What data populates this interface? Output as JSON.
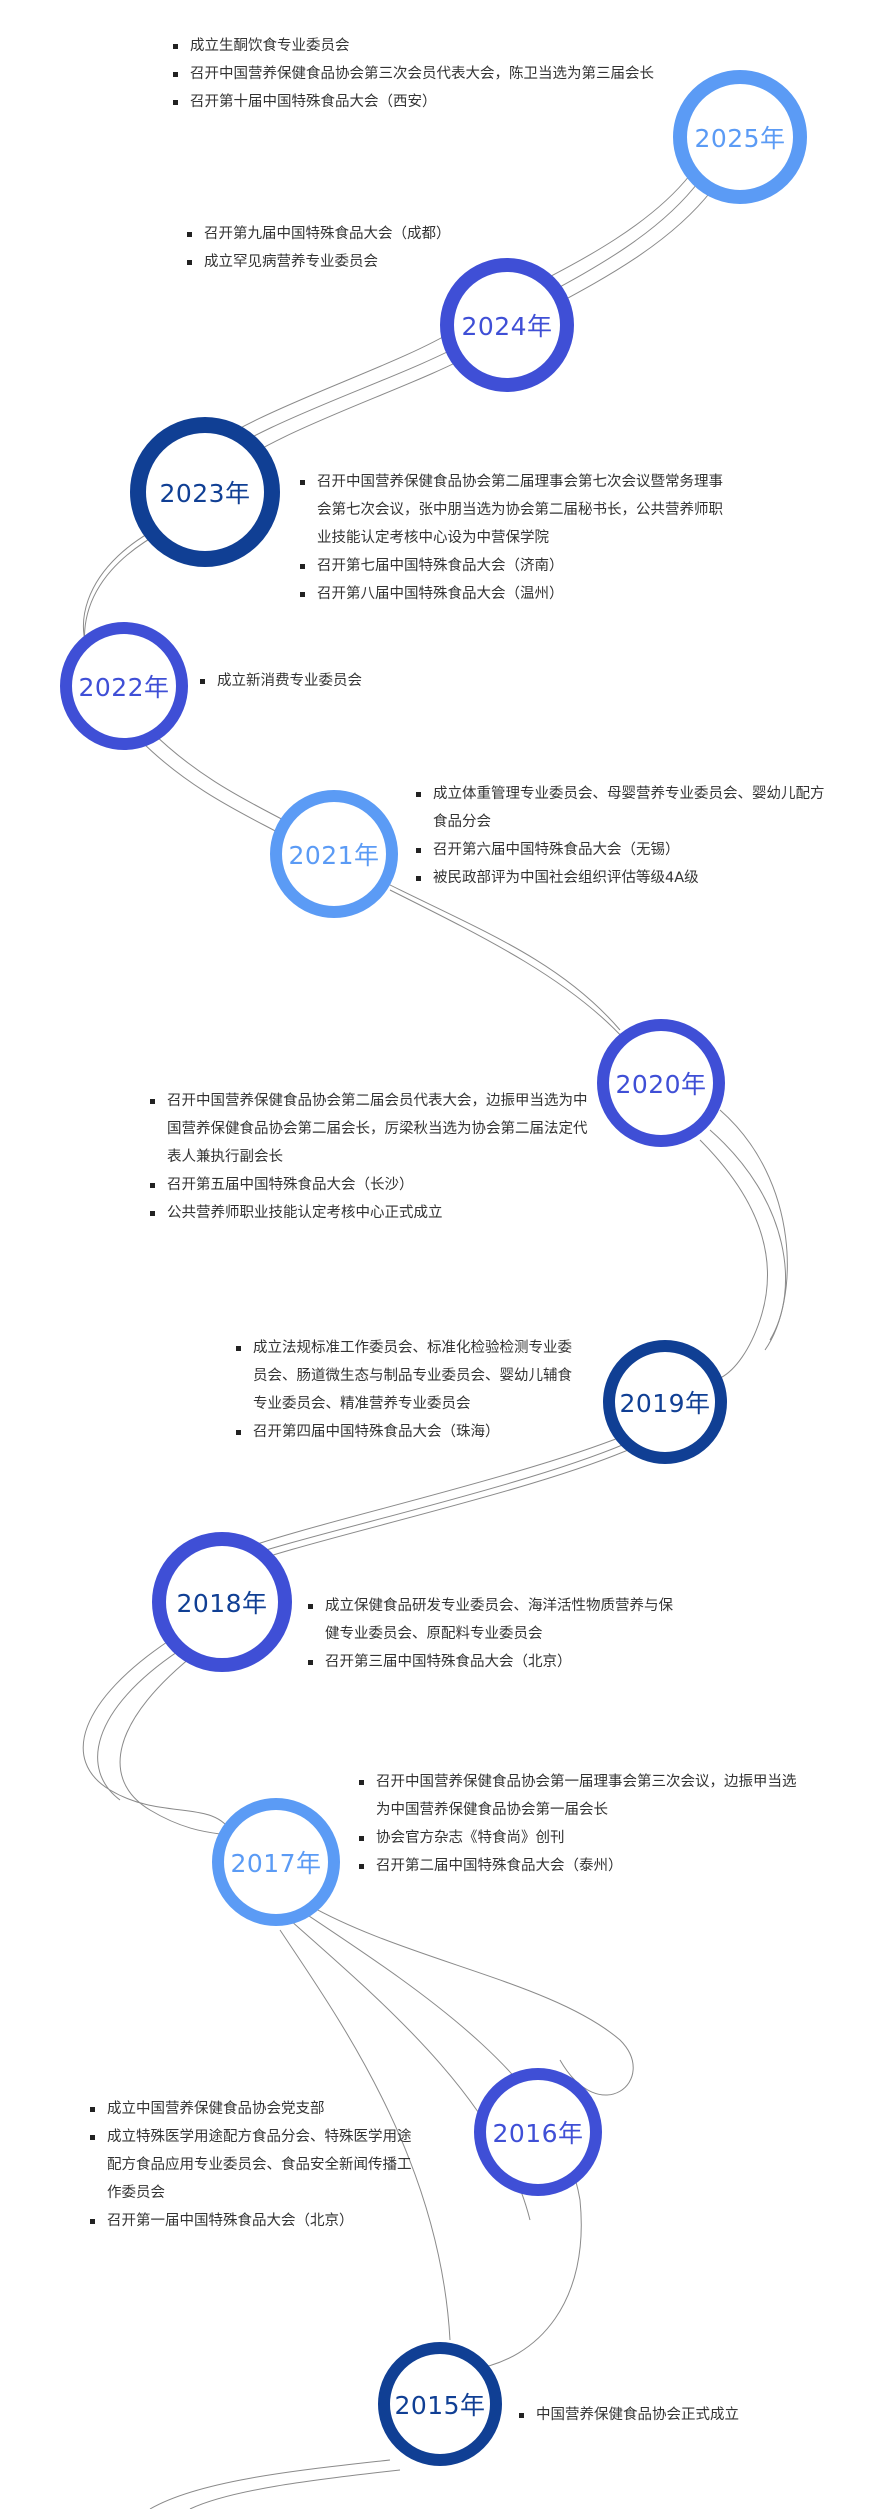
{
  "colors": {
    "light": "#5b9bf5",
    "medium": "#3f4fd6",
    "dark": "#103f94",
    "text": "#333333",
    "line": "#888888"
  },
  "years": [
    {
      "id": "2025",
      "label": "2025年",
      "tone": "light",
      "items": [
        "成立生酮饮食专业委员会",
        "召开中国营养保健食品协会第三次会员代表大会，陈卫当选为第三届会长",
        "召开第十届中国特殊食品大会（西安）"
      ]
    },
    {
      "id": "2024",
      "label": "2024年",
      "tone": "medium",
      "items": [
        "召开第九届中国特殊食品大会（成都）",
        "成立罕见病营养专业委员会"
      ]
    },
    {
      "id": "2023",
      "label": "2023年",
      "tone": "dark",
      "items": [
        "召开中国营养保健食品协会第二届理事会第七次会议暨常务理事会第七次会议，张中朋当选为协会第二届秘书长，公共营养师职业技能认定考核中心设为中营保学院",
        "召开第七届中国特殊食品大会（济南）",
        "召开第八届中国特殊食品大会（温州）"
      ]
    },
    {
      "id": "2022",
      "label": "2022年",
      "tone": "medium",
      "items": [
        "成立新消费专业委员会"
      ]
    },
    {
      "id": "2021",
      "label": "2021年",
      "tone": "light",
      "items": [
        "成立体重管理专业委员会、母婴营养专业委员会、婴幼儿配方食品分会",
        "召开第六届中国特殊食品大会（无锡）",
        "被民政部评为中国社会组织评估等级4A级"
      ]
    },
    {
      "id": "2020",
      "label": "2020年",
      "tone": "medium",
      "items": [
        "召开中国营养保健食品协会第二届会员代表大会，边振甲当选为中国营养保健食品协会第二届会长，厉梁秋当选为协会第二届法定代表人兼执行副会长",
        "召开第五届中国特殊食品大会（长沙）",
        "公共营养师职业技能认定考核中心正式成立"
      ]
    },
    {
      "id": "2019",
      "label": "2019年",
      "tone": "dark",
      "items": [
        "成立法规标准工作委员会、标准化检验检测专业委员会、肠道微生态与制品专业委员会、婴幼儿辅食专业委员会、精准营养专业委员会",
        "召开第四届中国特殊食品大会（珠海）"
      ]
    },
    {
      "id": "2018",
      "label": "2018年",
      "tone": "dark",
      "items": [
        "成立保健食品研发专业委员会、海洋活性物质营养与保健专业委员会、原配料专业委员会",
        "召开第三届中国特殊食品大会（北京）"
      ]
    },
    {
      "id": "2017",
      "label": "2017年",
      "tone": "light",
      "items": [
        "召开中国营养保健食品协会第一届理事会第三次会议，边振甲当选为中国营养保健食品协会第一届会长",
        "协会官方杂志《特食尚》创刊",
        "召开第二届中国特殊食品大会（泰州）"
      ]
    },
    {
      "id": "2016",
      "label": "2016年",
      "tone": "medium",
      "items": [
        "成立中国营养保健食品协会党支部",
        "成立特殊医学用途配方食品分会、特殊医学用途配方食品应用专业委员会、食品安全新闻传播工作委员会",
        "召开第一届中国特殊食品大会（北京）"
      ]
    },
    {
      "id": "2015",
      "label": "2015年",
      "tone": "dark",
      "items": [
        "中国营养保健食品协会正式成立"
      ]
    }
  ]
}
